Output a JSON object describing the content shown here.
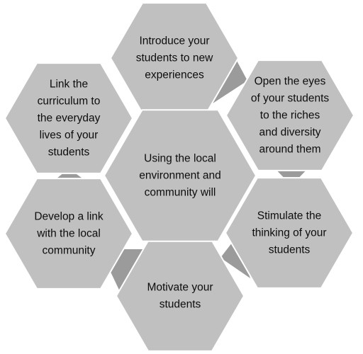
{
  "diagram": {
    "colors": {
      "hexagon": "#c0c0c0",
      "hexagon_stroke": "#ffffff",
      "connector": "#9b9b9b",
      "text": "#0d0d0d"
    },
    "center": {
      "lines": [
        "Using the local",
        "environment and",
        "community will"
      ]
    },
    "outer": [
      {
        "lines": [
          "Introduce your",
          "students to new",
          "experiences"
        ]
      },
      {
        "lines": [
          "Open the eyes",
          "of your students",
          "to the riches",
          "and diversity",
          "around them"
        ]
      },
      {
        "lines": [
          "Stimulate the",
          "thinking of your",
          "students"
        ]
      },
      {
        "lines": [
          "Motivate your",
          "students"
        ]
      },
      {
        "lines": [
          "Develop a link",
          "with the local",
          "community"
        ]
      },
      {
        "lines": [
          "Link the",
          "curriculum to",
          "the everyday",
          "lives of your",
          "students"
        ]
      }
    ]
  }
}
